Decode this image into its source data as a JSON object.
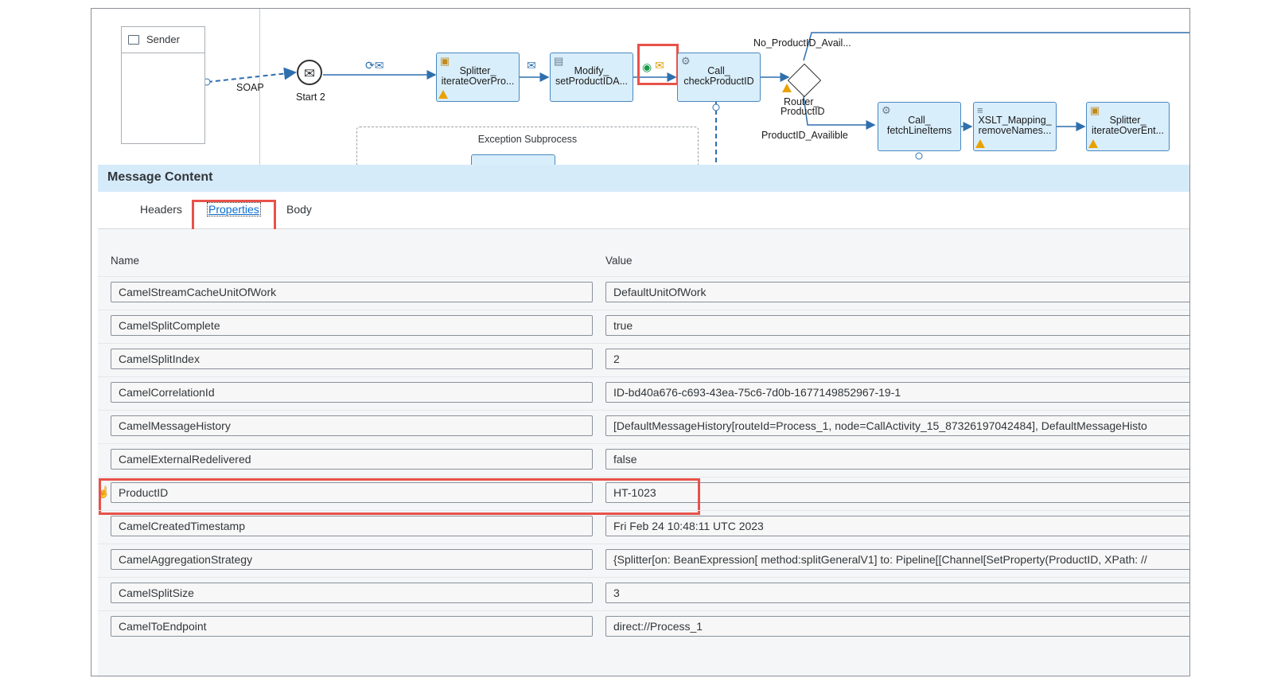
{
  "flow": {
    "sender_label": "Sender",
    "channel_label": "SOAP",
    "start_label": "Start 2",
    "steps": [
      {
        "id": "splitter1",
        "line1": "Splitter_",
        "line2": "iterateOverPro..."
      },
      {
        "id": "modify",
        "line1": "Modify_",
        "line2": "setProductIDA..."
      },
      {
        "id": "call1",
        "line1": "Call_",
        "line2": "checkProductID"
      },
      {
        "id": "call2",
        "line1": "Call_",
        "line2": "fetchLineItems"
      },
      {
        "id": "xslt",
        "line1": "XSLT_Mapping_",
        "line2": "removeNames..."
      },
      {
        "id": "splitter2",
        "line1": "Splitter_",
        "line2": "iterateOverEnt..."
      }
    ],
    "router_line1": "Router_",
    "router_line2": "ProductID",
    "route_no": "No_ProductID_Avail...",
    "route_yes": "ProductID_Availible",
    "exception_label": "Exception Subprocess"
  },
  "panel": {
    "title": "Message Content",
    "tabs": [
      "Headers",
      "Properties",
      "Body"
    ],
    "active_tab": "Properties",
    "col_name": "Name",
    "col_value": "Value",
    "rows": [
      {
        "name": "CamelStreamCacheUnitOfWork",
        "value": "DefaultUnitOfWork"
      },
      {
        "name": "CamelSplitComplete",
        "value": "true"
      },
      {
        "name": "CamelSplitIndex",
        "value": "2"
      },
      {
        "name": "CamelCorrelationId",
        "value": "ID-bd40a676-c693-43ea-75c6-7d0b-1677149852967-19-1"
      },
      {
        "name": "CamelMessageHistory",
        "value": "[DefaultMessageHistory[routeId=Process_1, node=CallActivity_15_87326197042484], DefaultMessageHisto"
      },
      {
        "name": "CamelExternalRedelivered",
        "value": "false"
      },
      {
        "name": "ProductID",
        "value": "HT-1023"
      },
      {
        "name": "CamelCreatedTimestamp",
        "value": "Fri Feb 24 10:48:11 UTC 2023"
      },
      {
        "name": "CamelAggregationStrategy",
        "value": "{Splitter[on: BeanExpression[ method:splitGeneralV1] to: Pipeline[[Channel[SetProperty(ProductID, XPath: //"
      },
      {
        "name": "CamelSplitSize",
        "value": "3"
      },
      {
        "name": "CamelToEndpoint",
        "value": "direct://Process_1"
      }
    ]
  },
  "colors": {
    "highlight": "#e8524a",
    "step_fill": "#d9eefb",
    "header_fill": "#d6ebfa",
    "link": "#0a6ed1"
  }
}
